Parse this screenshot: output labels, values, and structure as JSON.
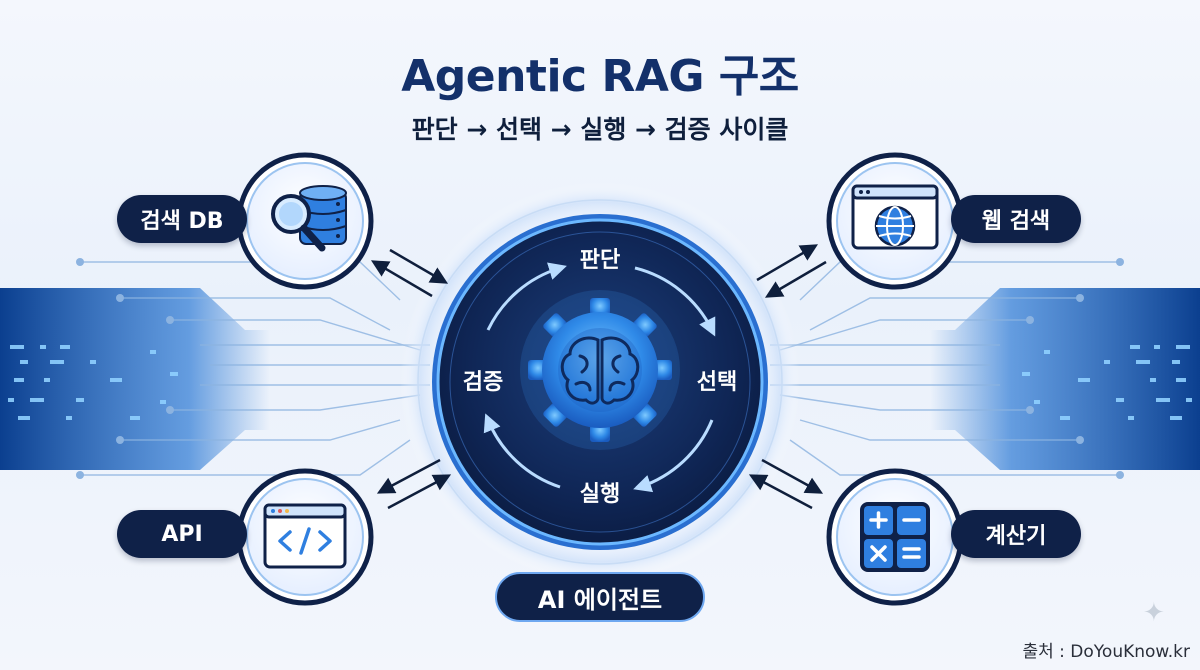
{
  "title": "Agentic RAG 구조",
  "subtitle": "판단 → 선택 → 실행 → 검증 사이클",
  "cycle": {
    "top": "판단",
    "right": "선택",
    "bottom": "실행",
    "left": "검증"
  },
  "center_label": "AI 에이전트",
  "tools": {
    "top_left": {
      "label": "검색 DB",
      "icon": "database-search-icon"
    },
    "top_right": {
      "label": "웹 검색",
      "icon": "web-globe-icon"
    },
    "bottom_left": {
      "label": "API",
      "icon": "code-window-icon"
    },
    "bottom_right": {
      "label": "계산기",
      "icon": "calculator-icon"
    }
  },
  "source": "출처 : DoYouKnow.kr",
  "colors": {
    "navy": "#0f2148",
    "title_blue": "#13306a",
    "accent_blue": "#2f7fe0",
    "glow_blue": "#5fb2ff"
  }
}
